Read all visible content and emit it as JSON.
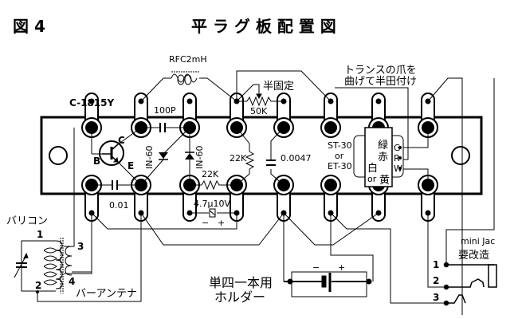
{
  "figure": {
    "number_label": "図 4",
    "title": "平 ラ グ 板 配 置 図"
  },
  "components": {
    "transistor": {
      "label": "C-1815Y",
      "pins": {
        "collector": "C",
        "base": "B",
        "emitter": "E"
      }
    },
    "rfc": {
      "label": "RFC2mH"
    },
    "cap_100p": {
      "label": "100P"
    },
    "cap_001": {
      "label": "0.01"
    },
    "diode_left": {
      "label": "IN-60"
    },
    "diode_right": {
      "label": "IN-60"
    },
    "res_22k_bottom": {
      "label": "22K"
    },
    "res_22k_mid": {
      "label": "22K"
    },
    "cap_0047": {
      "label": "0.0047"
    },
    "electrolytic": {
      "label": "4.7μ10V",
      "minus": "−",
      "plus": "+"
    },
    "trimmer": {
      "label": "50K",
      "note": "半固定"
    },
    "transformer": {
      "model_line1": "ST-30",
      "model_line2": "or",
      "model_line3": "ET-30",
      "color_green": "緑",
      "color_red": "赤",
      "color_white": "白",
      "color_or": "or",
      "color_yellow": "黄",
      "pin_g": "G",
      "pin_r": "R",
      "pin_w": "W",
      "note_line1": "トランスの爪を",
      "note_line2": "曲げて半田付け"
    },
    "varicon": {
      "label": "バリコン"
    },
    "bar_antenna": {
      "label": "バーアンテナ",
      "pins": [
        "1",
        "2",
        "3",
        "4"
      ]
    },
    "battery_holder": {
      "line1": "単四一本用",
      "line2": "ホルダー",
      "minus": "−",
      "plus": "+"
    },
    "mini_jack": {
      "line1": "mini Jac",
      "line2": "要改造",
      "pins": [
        "1",
        "2",
        "3"
      ]
    }
  }
}
